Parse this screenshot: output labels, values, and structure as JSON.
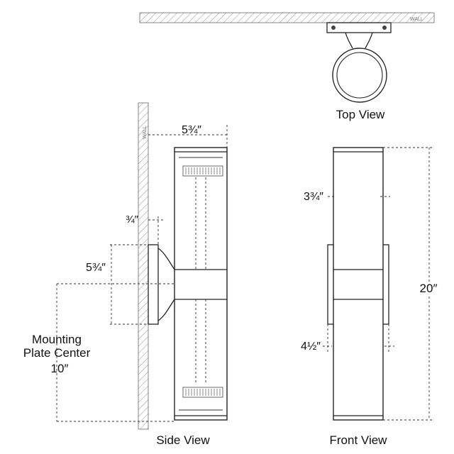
{
  "views": {
    "top": "Top View",
    "side": "Side View",
    "front": "Front View"
  },
  "wall_label": "WALL",
  "dimensions": {
    "depth": "5¾″",
    "backplate_offset": "¾″",
    "backplate_height": "5¾″",
    "mounting_center_line1": "Mounting",
    "mounting_center_line2": "Plate Center",
    "mounting_center_value": "10″",
    "front_width": "3¾″",
    "front_backplate_width": "4½″",
    "overall_height": "20″"
  }
}
